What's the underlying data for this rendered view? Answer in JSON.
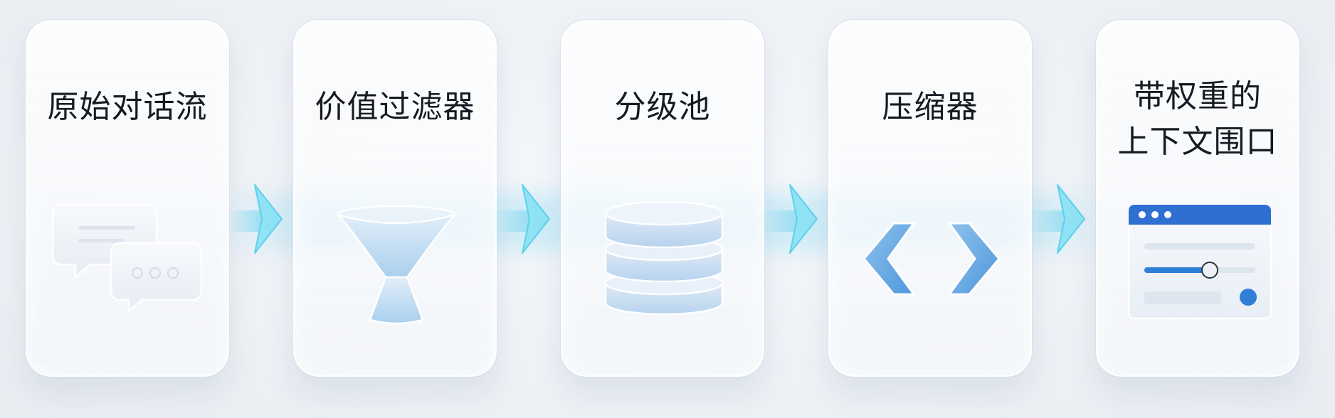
{
  "stages": [
    {
      "title": "原始对话流",
      "icon": "chat-bubbles-icon"
    },
    {
      "title": "价值过滤器",
      "icon": "funnel-icon"
    },
    {
      "title": "分级池",
      "icon": "database-stack-icon"
    },
    {
      "title": "压缩器",
      "icon": "compress-chevrons-icon"
    },
    {
      "title": "带权重的\n上下文围口",
      "icon": "app-window-icon"
    }
  ],
  "colors": {
    "arrow": "#6fd8ef",
    "accent_blue": "#2f6fd1",
    "icon_fill": "#b9d8f0"
  }
}
